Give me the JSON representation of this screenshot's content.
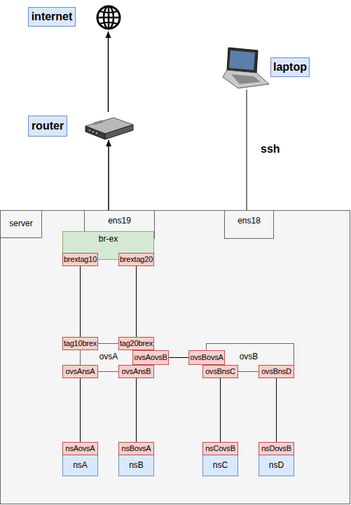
{
  "diagram": {
    "nodes": [
      {
        "text": [
          "internet"
        ]
      },
      {
        "text": [
          "laptop"
        ]
      },
      {
        "text": [
          "router"
        ]
      },
      {
        "text": [
          "server"
        ]
      },
      {
        "text": [
          "ens19"
        ],
        "in": 3
      },
      {
        "text": [
          "ens18"
        ],
        "in": 3
      },
      {
        "text": [
          "br-ex"
        ],
        "in": 3
      },
      {
        "text": [
          "brextag10"
        ],
        "in": 6
      },
      {
        "text": [
          "brextag20"
        ],
        "in": 6
      },
      {
        "text": [
          "ovsA"
        ],
        "in": 3
      },
      {
        "text": [
          "tag10brex"
        ],
        "in": 9
      },
      {
        "text": [
          "tag20brex"
        ],
        "in": 9
      },
      {
        "text": [
          "ovsAovsB"
        ],
        "in": 9
      },
      {
        "text": [
          "ovsAnsA"
        ],
        "in": 9
      },
      {
        "text": [
          "ovsAnsB"
        ],
        "in": 9
      },
      {
        "text": [
          "ovsB"
        ],
        "in": 3
      },
      {
        "text": [
          "ovsBovsA"
        ],
        "in": 15
      },
      {
        "text": [
          "ovsBnsC"
        ],
        "in": 15
      },
      {
        "text": [
          "ovsBnsD"
        ],
        "in": 15
      },
      {
        "text": [
          "nsA"
        ],
        "in": 3
      },
      {
        "text": [
          "nsAovsA"
        ],
        "in": 19
      },
      {
        "text": [
          "nsB"
        ],
        "in": 3
      },
      {
        "text": [
          "nsBovsA"
        ],
        "in": 21
      },
      {
        "text": [
          "nsC"
        ],
        "in": 3
      },
      {
        "text": [
          "nsCovsB"
        ],
        "in": 23
      },
      {
        "text": [
          "nsD"
        ],
        "in": 3
      },
      {
        "text": [
          "nsDovsB"
        ],
        "in": 25
      }
    ],
    "edges": [
      {
        "from": 2,
        "to": 0,
        "arrow": "to"
      },
      {
        "from": 4,
        "to": 2,
        "arrow": "to"
      },
      {
        "from": 1,
        "to": 5,
        "label": "ssh",
        "arrow": "none"
      },
      {
        "from": 7,
        "to": 10,
        "arrow": "none"
      },
      {
        "from": 8,
        "to": 11,
        "arrow": "none"
      },
      {
        "from": 12,
        "to": 16,
        "arrow": "none"
      },
      {
        "from": 13,
        "to": 20,
        "arrow": "none"
      },
      {
        "from": 14,
        "to": 22,
        "arrow": "none"
      },
      {
        "from": 17,
        "to": 24,
        "arrow": "none"
      },
      {
        "from": 18,
        "to": 26,
        "arrow": "none"
      }
    ]
  }
}
